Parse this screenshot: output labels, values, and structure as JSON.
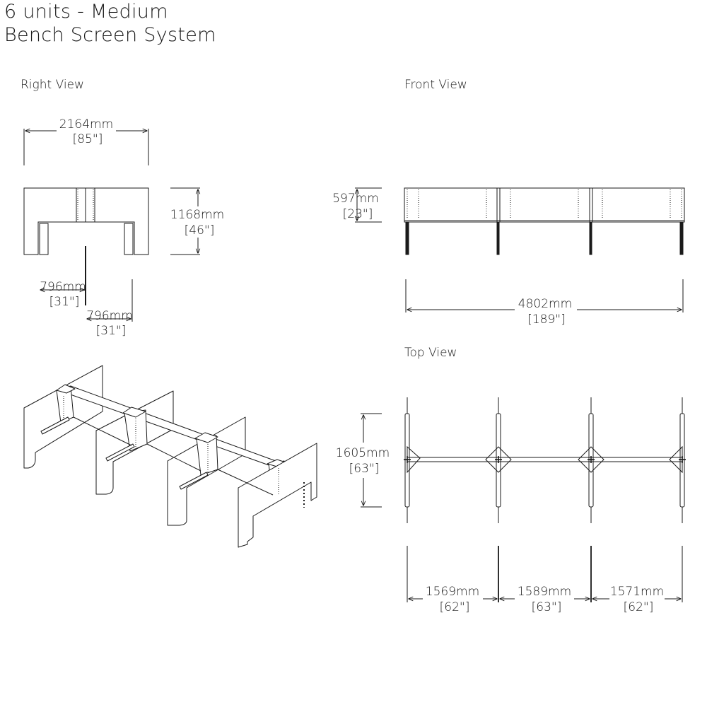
{
  "title": {
    "line1": "6 units - Medium",
    "line2": "Bench Screen System"
  },
  "views": {
    "right": "Right View",
    "front": "Front View",
    "top": "Top View"
  },
  "dimensions": {
    "right_width_mm": "2164mm",
    "right_width_in": "[85\"]",
    "right_height_mm": "1168mm",
    "right_height_in": "[46\"]",
    "right_depth1_mm": "796mm",
    "right_depth1_in": "[31\"]",
    "right_depth2_mm": "796mm",
    "right_depth2_in": "[31\"]",
    "front_screen_mm": "597mm",
    "front_screen_in": "[23\"]",
    "front_length_mm": "4802mm",
    "front_length_in": "[189\"]",
    "top_depth_mm": "1605mm",
    "top_depth_in": "[63\"]",
    "top_seg1_mm": "1569mm",
    "top_seg1_in": "[62\"]",
    "top_seg2_mm": "1589mm",
    "top_seg2_in": "[63\"]",
    "top_seg3_mm": "1571mm",
    "top_seg3_in": "[62\"]"
  },
  "colors": {
    "line": "#1a1a1a",
    "background": "#ffffff"
  }
}
